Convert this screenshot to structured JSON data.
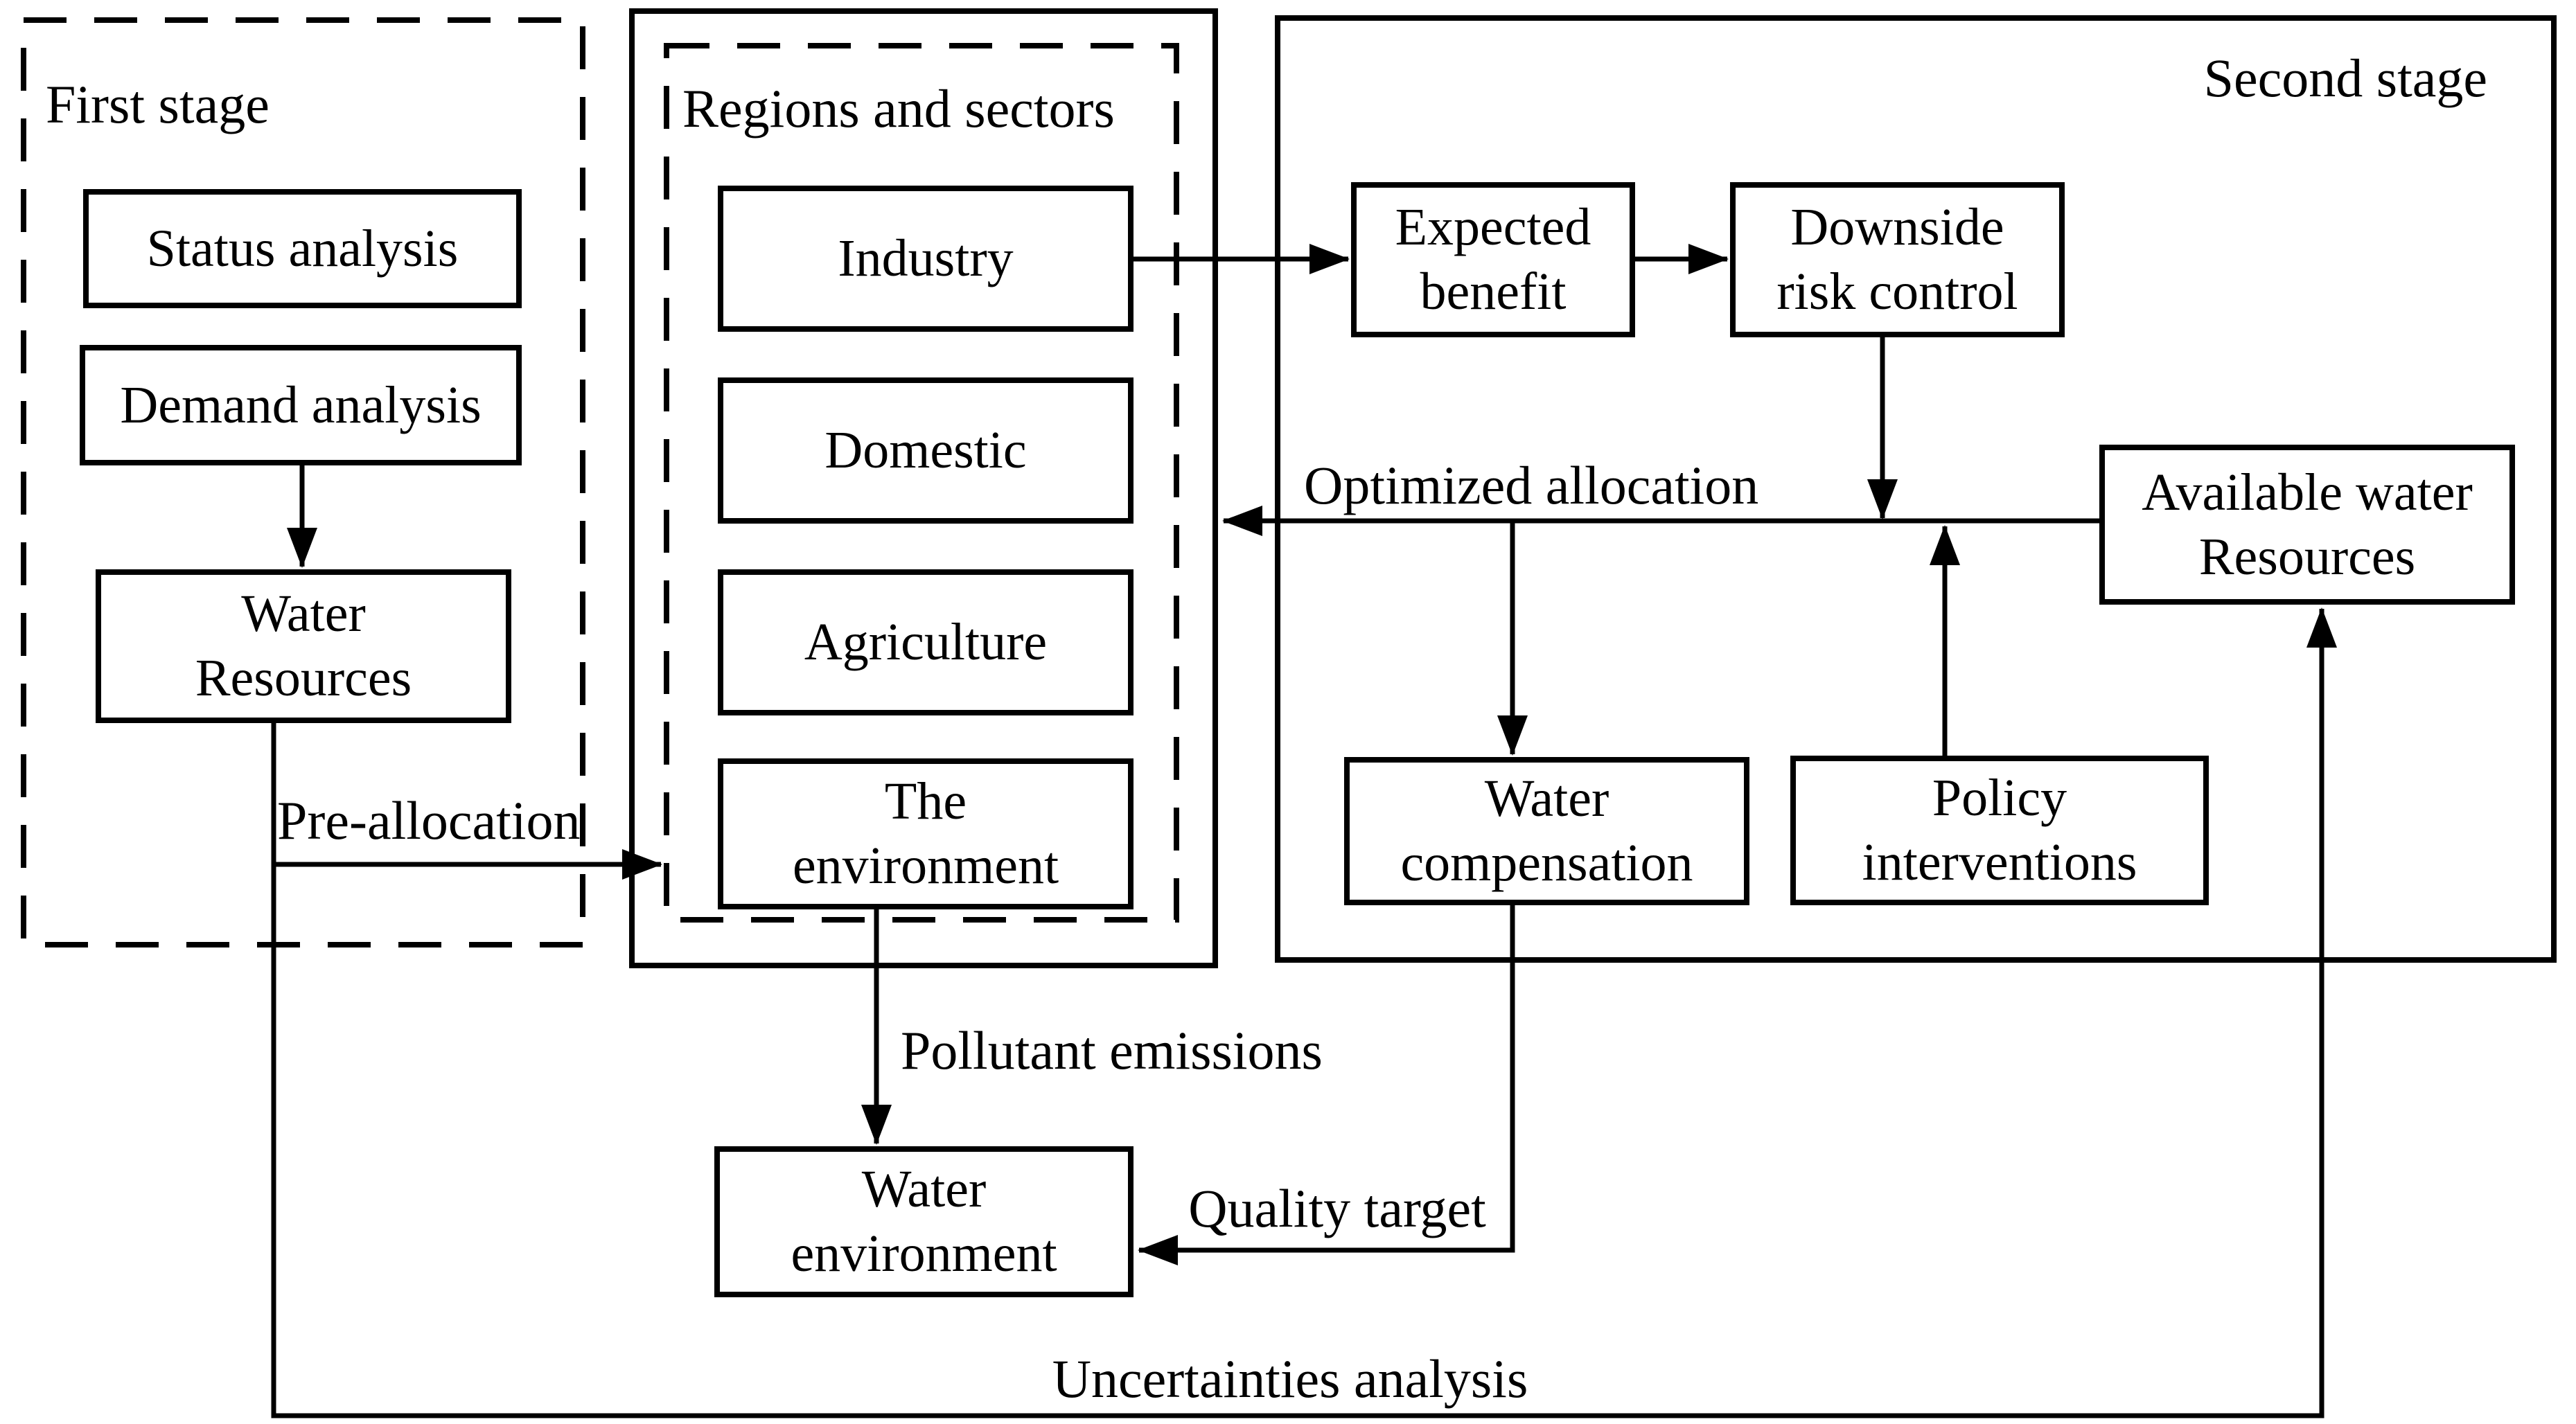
{
  "diagram": {
    "background_color": "#ffffff",
    "line_color": "#000000",
    "frames": {
      "first_stage": {
        "label": "First stage"
      },
      "regions_sectors": {
        "label": "Regions and sectors"
      },
      "second_stage": {
        "label": "Second stage"
      }
    },
    "nodes": {
      "status_analysis": {
        "label": "Status analysis"
      },
      "demand_analysis": {
        "label": "Demand analysis"
      },
      "water_resources": {
        "label": "Water\nResources"
      },
      "industry": {
        "label": "Industry"
      },
      "domestic": {
        "label": "Domestic"
      },
      "agriculture": {
        "label": "Agriculture"
      },
      "the_environment": {
        "label": "The\nenvironment"
      },
      "expected_benefit": {
        "label": "Expected\nbenefit"
      },
      "downside_risk_control": {
        "label": "Downside\nrisk control"
      },
      "available_water_resources": {
        "label": "Available water\nResources"
      },
      "water_compensation": {
        "label": "Water\ncompensation"
      },
      "policy_interventions": {
        "label": "Policy\ninterventions"
      },
      "water_environment": {
        "label": "Water\nenvironment"
      }
    },
    "edge_labels": {
      "pre_allocation": "Pre-allocation",
      "optimized_allocation": "Optimized allocation",
      "pollutant_emissions": "Pollutant emissions",
      "quality_target": "Quality target",
      "uncertainties_analysis": "Uncertainties analysis"
    }
  }
}
